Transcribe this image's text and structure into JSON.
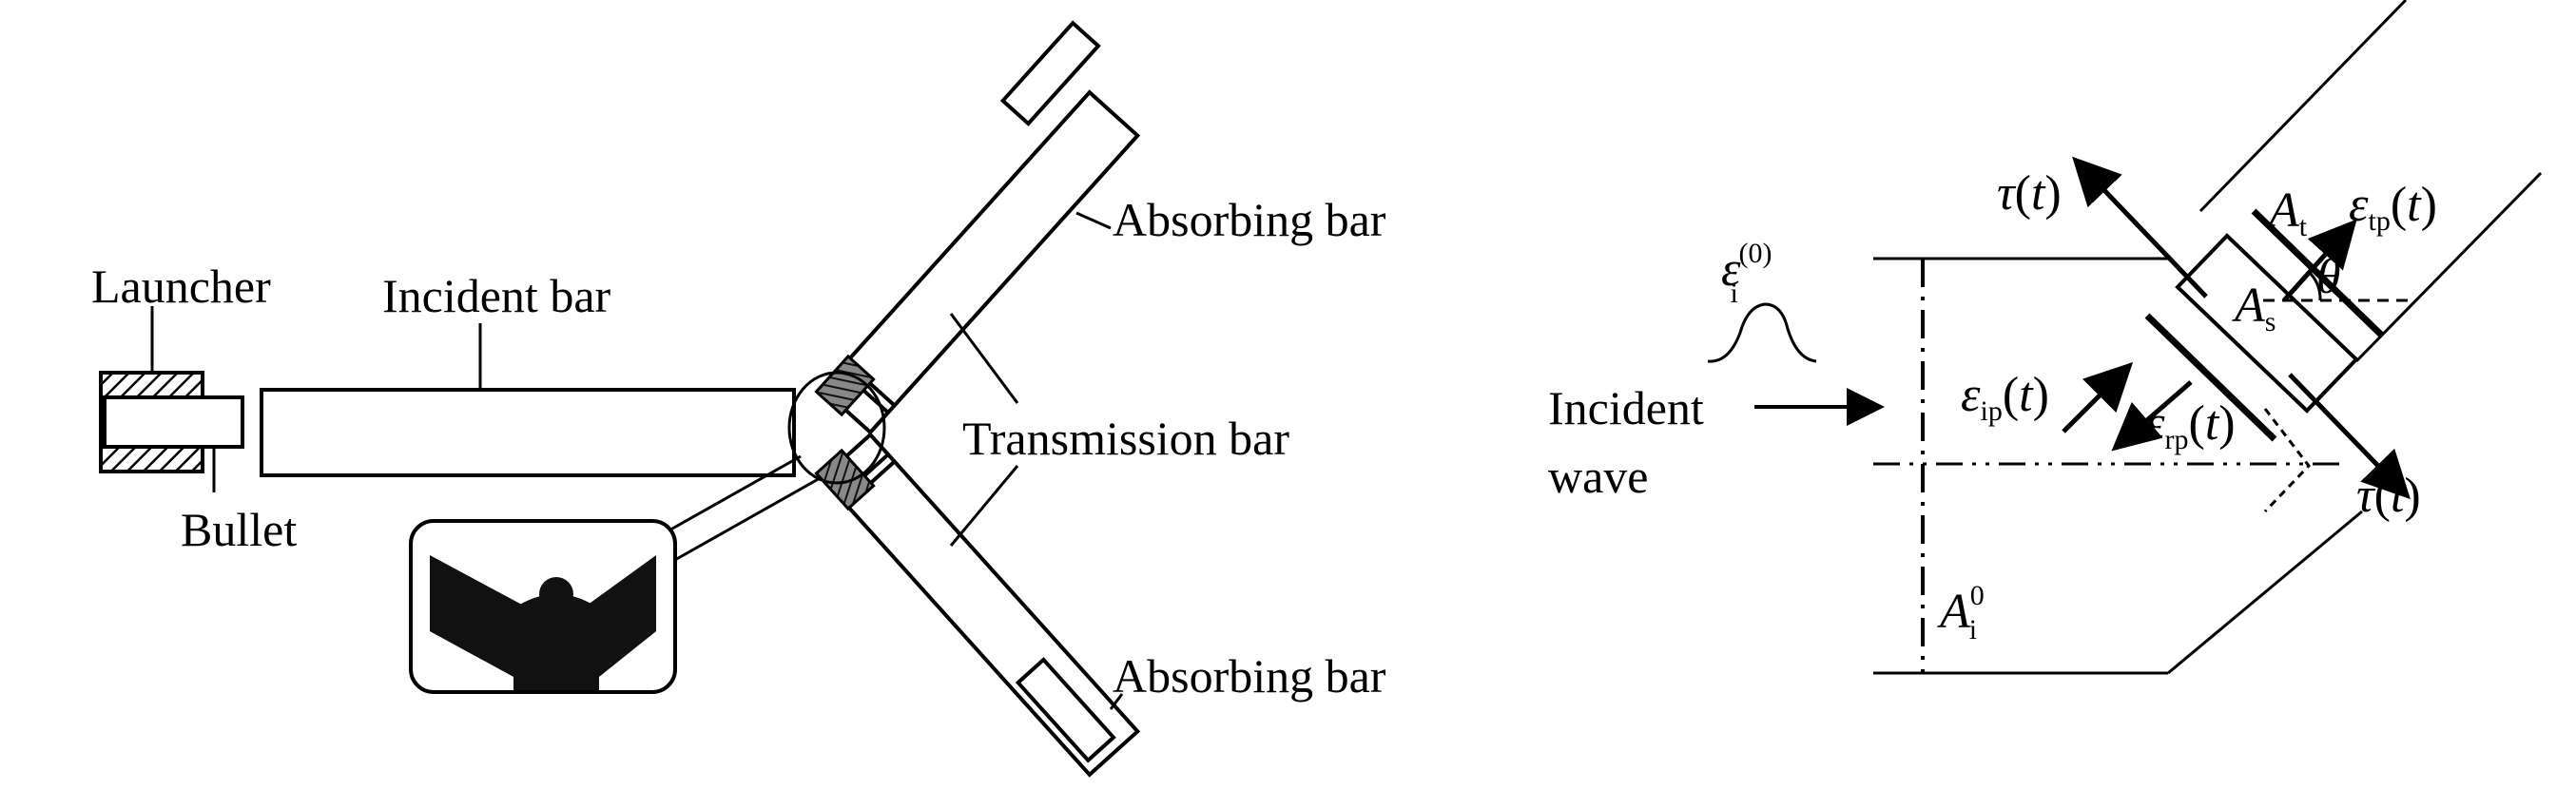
{
  "left_diagram": {
    "launcher_label": "Launcher",
    "bullet_label": "Bullet",
    "incident_bar_label": "Incident bar",
    "transmission_bar_label": "Transmission bar",
    "absorbing_bar_top_label": "Absorbing bar",
    "absorbing_bar_bottom_label": "Absorbing bar"
  },
  "right_diagram": {
    "incident_wave_line1": "Incident",
    "incident_wave_line2": "wave",
    "eps_symbol": "ε",
    "tau_symbol": "τ",
    "t_var": "t",
    "A_symbol": "A",
    "theta_symbol": "θ",
    "sub_i": "i",
    "sup_0_paren": "(0)",
    "sup_0": "0",
    "sub_ip": "ip",
    "sub_rp": "rp",
    "sub_tp": "tp",
    "sub_t": "t",
    "sub_s": "s"
  }
}
